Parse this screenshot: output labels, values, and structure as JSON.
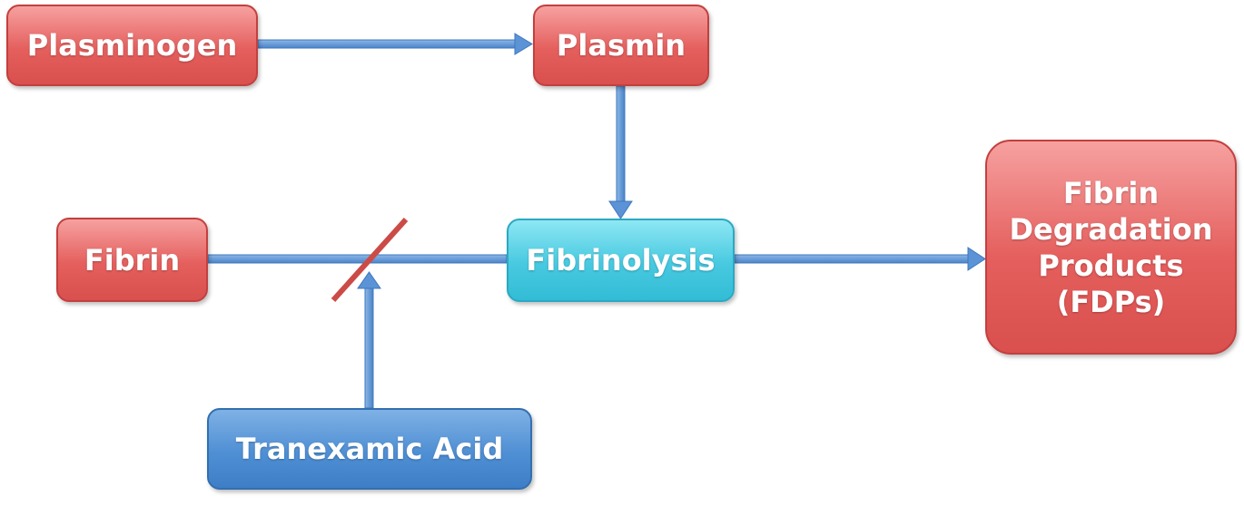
{
  "nodes": {
    "plasminogen": "Plasminogen",
    "plasmin": "Plasmin",
    "fibrin": "Fibrin",
    "fibrinolysis": "Fibrinolysis",
    "fdp": [
      "Fibrin",
      "Degradation",
      "Products",
      "(FDPs)"
    ],
    "tranexamic_acid": "Tranexamic Acid"
  },
  "colors": {
    "node_red": "#e45f5d",
    "node_cyan": "#47c9e0",
    "node_blue": "#4f8fd4",
    "arrow": "#5b93d6",
    "inhibit_bar": "#cc4b47"
  },
  "edges": [
    {
      "from": "Plasminogen",
      "to": "Plasmin",
      "type": "activation"
    },
    {
      "from": "Plasmin",
      "to": "Fibrinolysis",
      "type": "activation"
    },
    {
      "from": "Fibrin",
      "to": "Fibrinolysis",
      "type": "substrate"
    },
    {
      "from": "Fibrinolysis",
      "to": "Fibrin Degradation Products (FDPs)",
      "type": "activation"
    },
    {
      "from": "Tranexamic Acid",
      "to": "Fibrin-Fibrinolysis link",
      "type": "inhibition"
    }
  ]
}
